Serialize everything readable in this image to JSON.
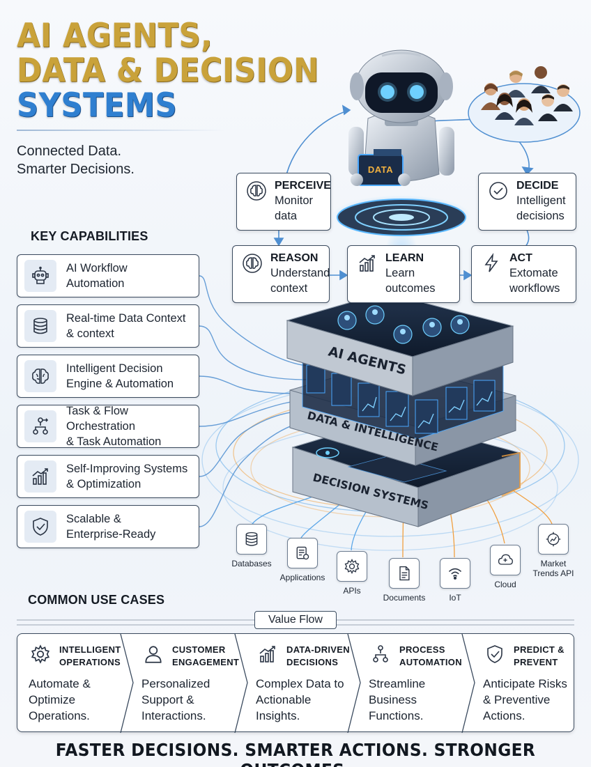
{
  "title": {
    "line1": "AI AGENTS,",
    "line2": "DATA & DECISION",
    "line3": "SYSTEMS"
  },
  "tagline": {
    "line1": "Connected Data.",
    "line2": "Smarter Decisions."
  },
  "key_capabilities": {
    "heading": "KEY CAPABILITIES",
    "items": [
      {
        "icon": "robot-icon",
        "line1": "AI Workflow",
        "line2": "Automation"
      },
      {
        "icon": "database-icon",
        "line1": "Real-time Data Context",
        "line2": "& context"
      },
      {
        "icon": "brain-icon",
        "line1": "Intelligent Decision",
        "line2": "Engine & Automation"
      },
      {
        "icon": "flow-icon",
        "line1": "Task & Flow Orchestration",
        "line2": "& Task Automation"
      },
      {
        "icon": "chart-up-icon",
        "line1": "Self-Improving Systems",
        "line2": "& Optimization"
      },
      {
        "icon": "shield-check-icon",
        "line1": "Scalable &",
        "line2": "Enterprise-Ready"
      }
    ]
  },
  "agent_loop": {
    "perceive": {
      "title": "PERCEIVE",
      "line1": "Monitor",
      "line2": "data"
    },
    "decide": {
      "title": "DECIDE",
      "line1": "Intelligent",
      "line2": "decisions"
    },
    "reason": {
      "title": "REASON",
      "line1": "Understand",
      "line2": "context"
    },
    "learn": {
      "title": "LEARN",
      "line1": "Learn",
      "line2": "outcomes"
    },
    "act": {
      "title": "ACT",
      "line1": "Extomate",
      "line2": "workflows"
    }
  },
  "robot": {
    "data_label": "DATA"
  },
  "stack": {
    "layer1": "AI AGENTS",
    "layer2": "DATA & INTELLIGENCE",
    "layer3": "DECISION SYSTEMS"
  },
  "data_sources": [
    {
      "icon": "database-icon",
      "label": "Databases"
    },
    {
      "icon": "applications-icon",
      "label": "Applications"
    },
    {
      "icon": "gear-icon",
      "label": "APIs"
    },
    {
      "icon": "document-icon",
      "label": "Documents"
    },
    {
      "icon": "wifi-icon",
      "label": "IoT"
    },
    {
      "icon": "cloud-icon",
      "label": "Cloud"
    },
    {
      "icon": "gear-chart-icon",
      "label_line1": "Market",
      "label_line2": "Trends API"
    }
  ],
  "use_cases": {
    "heading": "COMMON USE CASES",
    "value_flow": "Value Flow",
    "items": [
      {
        "icon": "gear-icon",
        "t1": "INTELLIGENT",
        "t2": "OPERATIONS",
        "d1": "Automate &",
        "d2": "Optimize",
        "d3": "Operations."
      },
      {
        "icon": "user-icon",
        "t1": "CUSTOMER",
        "t2": "ENGAGEMENT",
        "d1": "Personalized",
        "d2": "Support &",
        "d3": "Interactions."
      },
      {
        "icon": "chart-up-icon",
        "t1": "DATA-DRIVEN",
        "t2": "DECISIONS",
        "d1": "Complex Data to",
        "d2": "Actionable",
        "d3": "Insights."
      },
      {
        "icon": "flow-icon",
        "t1": "PROCESS",
        "t2": "AUTOMATION",
        "d1": "Streamline",
        "d2": "Business",
        "d3": "Functions."
      },
      {
        "icon": "shield-check-icon",
        "t1": "PREDICT &",
        "t2": "PREVENT",
        "d1": "Anticipate Risks",
        "d2": "& Preventive",
        "d3": "Actions."
      }
    ]
  },
  "footer": "FASTER DECISIONS. SMARTER ACTIONS. STRONGER OUTCOMES.",
  "colors": {
    "gold": "#c9a23a",
    "blue": "#2f7fd0",
    "glow": "#3aa8ff",
    "orange": "#f0a040",
    "border": "#3a4a5e"
  }
}
